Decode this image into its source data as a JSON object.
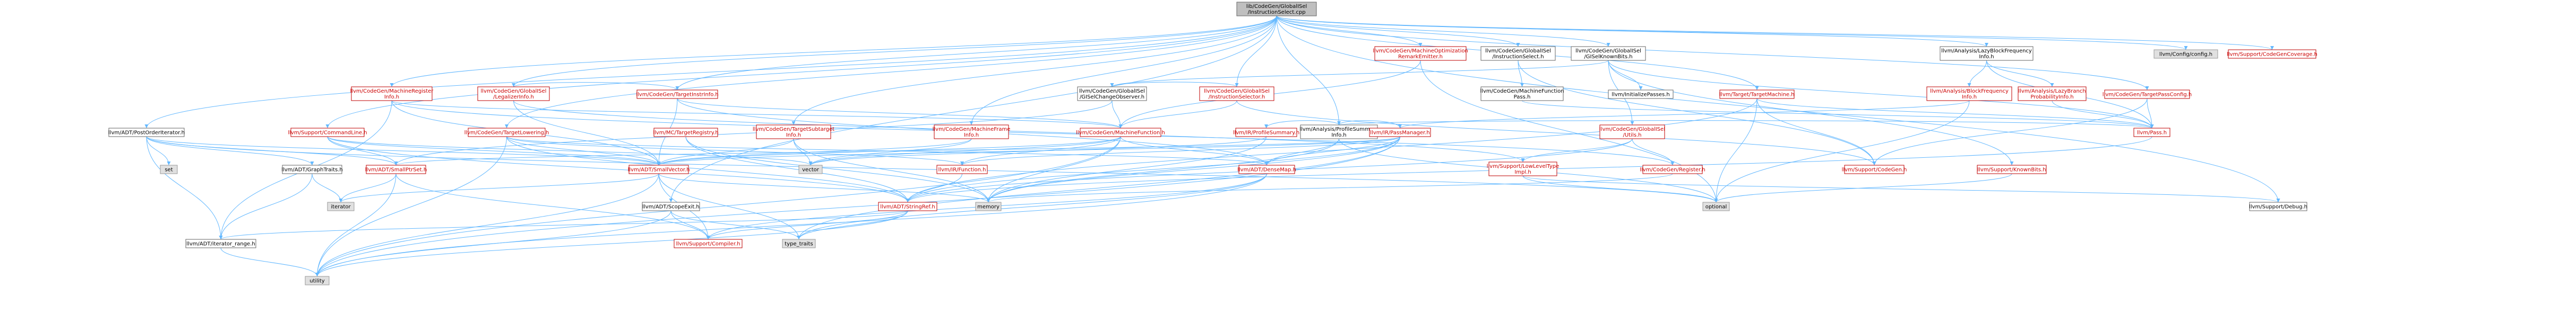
{
  "colors": {
    "edge": "#63b8ff",
    "node_border": "#666666",
    "node_border_red": "#bf0000",
    "node_fill": "#ffffff",
    "root_fill": "#bfbfbf",
    "ext_fill": "#e0e0e0",
    "text": "#000000",
    "text_red": "#cc0000"
  },
  "nodes": [
    {
      "id": "root",
      "lines": [
        "lib/CodeGen/GlobalISel",
        "/InstructionSelect.cpp"
      ],
      "kind": "root"
    },
    {
      "id": "lazyblockfreqinfo",
      "lines": [
        "llvm/Analysis/LazyBlockFrequency",
        "Info.h"
      ],
      "kind": "normal"
    },
    {
      "id": "config",
      "lines": [
        "llvm/Config/config.h"
      ],
      "kind": "ext"
    },
    {
      "id": "cgcoverage",
      "lines": [
        "llvm/Support/CodeGenCoverage.h"
      ],
      "kind": "red"
    },
    {
      "id": "mopt",
      "lines": [
        "llvm/CodeGen/MachineOptimization",
        "RemarkEmitter.h"
      ],
      "kind": "red"
    },
    {
      "id": "isel",
      "lines": [
        "llvm/CodeGen/GlobalISel",
        "/InstructionSelect.h"
      ],
      "kind": "normal"
    },
    {
      "id": "knownbits",
      "lines": [
        "llvm/CodeGen/GlobalISel",
        "/GISelKnownBits.h"
      ],
      "kind": "normal"
    },
    {
      "id": "mri",
      "lines": [
        "llvm/CodeGen/MachineRegister",
        "Info.h"
      ],
      "kind": "red"
    },
    {
      "id": "legalizerinfo",
      "lines": [
        "llvm/CodeGen/GlobalISel",
        "/LegalizerInfo.h"
      ],
      "kind": "red"
    },
    {
      "id": "tti",
      "lines": [
        "llvm/CodeGen/TargetInstrInfo.h"
      ],
      "kind": "red"
    },
    {
      "id": "isel2",
      "lines": [
        "llvm/CodeGen/GlobalISel",
        "/InstructionSelector.h"
      ],
      "kind": "red"
    },
    {
      "id": "changeobs",
      "lines": [
        "llvm/CodeGen/GlobalISel",
        "/GISelChangeObserver.h"
      ],
      "kind": "normal"
    },
    {
      "id": "mfpass",
      "lines": [
        "llvm/CodeGen/MachineFunction",
        "Pass.h"
      ],
      "kind": "normal"
    },
    {
      "id": "initpasses",
      "lines": [
        "llvm/InitializePasses.h"
      ],
      "kind": "normal"
    },
    {
      "id": "targetmachine",
      "lines": [
        "llvm/Target/TargetMachine.h"
      ],
      "kind": "red"
    },
    {
      "id": "bfi",
      "lines": [
        "llvm/Analysis/BlockFrequency",
        "Info.h"
      ],
      "kind": "red"
    },
    {
      "id": "lazybpi",
      "lines": [
        "llvm/Analysis/LazyBranch",
        "ProbabilityInfo.h"
      ],
      "kind": "red"
    },
    {
      "id": "tpc",
      "lines": [
        "llvm/CodeGen/TargetPassConfig.h"
      ],
      "kind": "red"
    },
    {
      "id": "po",
      "lines": [
        "llvm/ADT/PostOrderIterator.h"
      ],
      "kind": "normal"
    },
    {
      "id": "cmdline",
      "lines": [
        "llvm/Support/CommandLine.h"
      ],
      "kind": "red"
    },
    {
      "id": "tlowering",
      "lines": [
        "llvm/CodeGen/TargetLowering.h"
      ],
      "kind": "red"
    },
    {
      "id": "tregistry",
      "lines": [
        "llvm/MC/TargetRegistry.h"
      ],
      "kind": "red"
    },
    {
      "id": "tsubtarget",
      "lines": [
        "llvm/CodeGen/TargetSubtarget",
        "Info.h"
      ],
      "kind": "red"
    },
    {
      "id": "mframe",
      "lines": [
        "llvm/CodeGen/MachineFrame",
        "Info.h"
      ],
      "kind": "red"
    },
    {
      "id": "profsum",
      "lines": [
        "llvm/Analysis/ProfileSummary",
        "Info.h"
      ],
      "kind": "normal"
    },
    {
      "id": "mf",
      "lines": [
        "llvm/CodeGen/MachineFunction.h"
      ],
      "kind": "red"
    },
    {
      "id": "irprofsum",
      "lines": [
        "llvm/IR/ProfileSummary.h"
      ],
      "kind": "red"
    },
    {
      "id": "passmgr",
      "lines": [
        "llvm/IR/PassManager.h"
      ],
      "kind": "red"
    },
    {
      "id": "giutils",
      "lines": [
        "llvm/CodeGen/GlobalISel",
        "/Utils.h"
      ],
      "kind": "red"
    },
    {
      "id": "pass",
      "lines": [
        "llvm/Pass.h"
      ],
      "kind": "red"
    },
    {
      "id": "set",
      "lines": [
        "set"
      ],
      "kind": "ext"
    },
    {
      "id": "graphtraits",
      "lines": [
        "llvm/ADT/GraphTraits.h"
      ],
      "kind": "normal"
    },
    {
      "id": "smallptrset",
      "lines": [
        "llvm/ADT/SmallPtrSet.h"
      ],
      "kind": "red"
    },
    {
      "id": "smallvector",
      "lines": [
        "llvm/ADT/SmallVector.h"
      ],
      "kind": "red"
    },
    {
      "id": "vector",
      "lines": [
        "vector"
      ],
      "kind": "ext"
    },
    {
      "id": "irfunction",
      "lines": [
        "llvm/IR/Function.h"
      ],
      "kind": "red"
    },
    {
      "id": "densemap",
      "lines": [
        "llvm/ADT/DenseMap.h"
      ],
      "kind": "red"
    },
    {
      "id": "lowlevel",
      "lines": [
        "llvm/Support/LowLevelType",
        "Impl.h"
      ],
      "kind": "red"
    },
    {
      "id": "register",
      "lines": [
        "llvm/CodeGen/Register.h"
      ],
      "kind": "red"
    },
    {
      "id": "supportcodegen",
      "lines": [
        "llvm/Support/CodeGen.h"
      ],
      "kind": "red"
    },
    {
      "id": "supportknownbits",
      "lines": [
        "llvm/Support/KnownBits.h"
      ],
      "kind": "red"
    },
    {
      "id": "iterator",
      "lines": [
        "iterator"
      ],
      "kind": "ext"
    },
    {
      "id": "memory",
      "lines": [
        "memory"
      ],
      "kind": "ext"
    },
    {
      "id": "optional",
      "lines": [
        "optional"
      ],
      "kind": "ext"
    },
    {
      "id": "debug",
      "lines": [
        "llvm/Support/Debug.h"
      ],
      "kind": "normal"
    },
    {
      "id": "scopeexit",
      "lines": [
        "llvm/ADT/ScopeExit.h"
      ],
      "kind": "normal"
    },
    {
      "id": "stringref",
      "lines": [
        "llvm/ADT/StringRef.h"
      ],
      "kind": "red"
    },
    {
      "id": "itrange",
      "lines": [
        "llvm/ADT/iterator_range.h"
      ],
      "kind": "normal"
    },
    {
      "id": "compiler",
      "lines": [
        "llvm/Support/Compiler.h"
      ],
      "kind": "red"
    },
    {
      "id": "typetraits",
      "lines": [
        "type_traits"
      ],
      "kind": "ext"
    },
    {
      "id": "utility",
      "lines": [
        "utility"
      ],
      "kind": "ext"
    }
  ],
  "edges": [
    [
      "root",
      "lazyblockfreqinfo"
    ],
    [
      "root",
      "config"
    ],
    [
      "root",
      "cgcoverage"
    ],
    [
      "root",
      "mopt"
    ],
    [
      "root",
      "isel"
    ],
    [
      "root",
      "knownbits"
    ],
    [
      "root",
      "mri"
    ],
    [
      "root",
      "legalizerinfo"
    ],
    [
      "root",
      "tti"
    ],
    [
      "root",
      "isel2"
    ],
    [
      "root",
      "targetmachine"
    ],
    [
      "root",
      "tpc"
    ],
    [
      "root",
      "po"
    ],
    [
      "root",
      "cmdline"
    ],
    [
      "root",
      "tlowering"
    ],
    [
      "root",
      "tsubtarget"
    ],
    [
      "root",
      "mframe"
    ],
    [
      "root",
      "profsum"
    ],
    [
      "root",
      "debug"
    ],
    [
      "root",
      "scopeexit"
    ],
    [
      "lazyblockfreqinfo",
      "bfi"
    ],
    [
      "lazyblockfreqinfo",
      "lazybpi"
    ],
    [
      "lazyblockfreqinfo",
      "pass"
    ],
    [
      "mopt",
      "mf"
    ],
    [
      "mopt",
      "optional"
    ],
    [
      "isel",
      "mfpass"
    ],
    [
      "isel",
      "supportcodegen"
    ],
    [
      "knownbits",
      "initpasses"
    ],
    [
      "knownbits",
      "changeobs"
    ],
    [
      "knownbits",
      "giutils"
    ],
    [
      "knownbits",
      "supportknownbits"
    ],
    [
      "knownbits",
      "pass"
    ],
    [
      "mri",
      "mf"
    ],
    [
      "mri",
      "smallvector"
    ],
    [
      "mri",
      "register"
    ],
    [
      "mri",
      "itrange"
    ],
    [
      "legalizerinfo",
      "tti"
    ],
    [
      "legalizerinfo",
      "smallvector"
    ],
    [
      "legalizerinfo",
      "lowlevel"
    ],
    [
      "tti",
      "mf"
    ],
    [
      "tti",
      "smallvector"
    ],
    [
      "tti",
      "densemap"
    ],
    [
      "isel2",
      "changeobs"
    ],
    [
      "isel2",
      "mf"
    ],
    [
      "isel2",
      "supportcodegen"
    ],
    [
      "changeobs",
      "smallptrset"
    ],
    [
      "changeobs",
      "mf"
    ],
    [
      "mfpass",
      "pass"
    ],
    [
      "targetmachine",
      "pass"
    ],
    [
      "targetmachine",
      "stringref"
    ],
    [
      "targetmachine",
      "supportcodegen"
    ],
    [
      "targetmachine",
      "optional"
    ],
    [
      "bfi",
      "passmgr"
    ],
    [
      "bfi",
      "optional"
    ],
    [
      "lazybpi",
      "pass"
    ],
    [
      "tpc",
      "pass"
    ],
    [
      "tpc",
      "supportcodegen"
    ],
    [
      "po",
      "set"
    ],
    [
      "po",
      "graphtraits"
    ],
    [
      "po",
      "smallptrset"
    ],
    [
      "po",
      "smallvector"
    ],
    [
      "po",
      "itrange"
    ],
    [
      "po",
      "optional"
    ],
    [
      "cmdline",
      "smallptrset"
    ],
    [
      "cmdline",
      "smallvector"
    ],
    [
      "cmdline",
      "stringref"
    ],
    [
      "cmdline",
      "vector"
    ],
    [
      "tlowering",
      "densemap"
    ],
    [
      "tlowering",
      "smallvector"
    ],
    [
      "tlowering",
      "stringref"
    ],
    [
      "tlowering",
      "irfunction"
    ],
    [
      "tlowering",
      "utility"
    ],
    [
      "tregistry",
      "stringref"
    ],
    [
      "tregistry",
      "memory"
    ],
    [
      "tsubtarget",
      "smallvector"
    ],
    [
      "tsubtarget",
      "memory"
    ],
    [
      "tsubtarget",
      "vector"
    ],
    [
      "mframe",
      "smallvector"
    ],
    [
      "mframe",
      "vector"
    ],
    [
      "profsum",
      "densemap"
    ],
    [
      "profsum",
      "passmgr"
    ],
    [
      "profsum",
      "irprofsum"
    ],
    [
      "profsum",
      "pass"
    ],
    [
      "profsum",
      "memory"
    ],
    [
      "profsum",
      "optional"
    ],
    [
      "mf",
      "densemap"
    ],
    [
      "mf",
      "smallvector"
    ],
    [
      "mf",
      "irfunction"
    ],
    [
      "mf",
      "memory"
    ],
    [
      "mf",
      "vector"
    ],
    [
      "mf",
      "utility"
    ],
    [
      "irprofsum",
      "vector"
    ],
    [
      "irprofsum",
      "memory"
    ],
    [
      "passmgr",
      "densemap"
    ],
    [
      "passmgr",
      "smallptrset"
    ],
    [
      "passmgr",
      "smallvector"
    ],
    [
      "passmgr",
      "stringref"
    ],
    [
      "passmgr",
      "irfunction"
    ],
    [
      "passmgr",
      "typetraits"
    ],
    [
      "passmgr",
      "utility"
    ],
    [
      "passmgr",
      "memory"
    ],
    [
      "giutils",
      "lowlevel"
    ],
    [
      "giutils",
      "register"
    ],
    [
      "giutils",
      "stringref"
    ],
    [
      "pass",
      "stringref"
    ],
    [
      "graphtraits",
      "iterator"
    ],
    [
      "graphtraits",
      "itrange"
    ],
    [
      "smallptrset",
      "compiler"
    ],
    [
      "smallptrset",
      "iterator"
    ],
    [
      "smallptrset",
      "utility"
    ],
    [
      "smallvector",
      "compiler"
    ],
    [
      "smallvector",
      "iterator"
    ],
    [
      "smallvector",
      "memory"
    ],
    [
      "smallvector",
      "typetraits"
    ],
    [
      "smallvector",
      "utility"
    ],
    [
      "irfunction",
      "stringref"
    ],
    [
      "densemap",
      "compiler"
    ],
    [
      "densemap",
      "typetraits"
    ],
    [
      "densemap",
      "utility"
    ],
    [
      "lowlevel",
      "debug"
    ],
    [
      "lowlevel",
      "optional"
    ],
    [
      "register",
      "memory"
    ],
    [
      "supportknownbits",
      "optional"
    ],
    [
      "scopeexit",
      "compiler"
    ],
    [
      "scopeexit",
      "typetraits"
    ],
    [
      "scopeexit",
      "utility"
    ],
    [
      "stringref",
      "compiler"
    ],
    [
      "stringref",
      "itrange"
    ],
    [
      "stringref",
      "typetraits"
    ],
    [
      "stringref",
      "utility"
    ],
    [
      "itrange",
      "utility"
    ]
  ]
}
